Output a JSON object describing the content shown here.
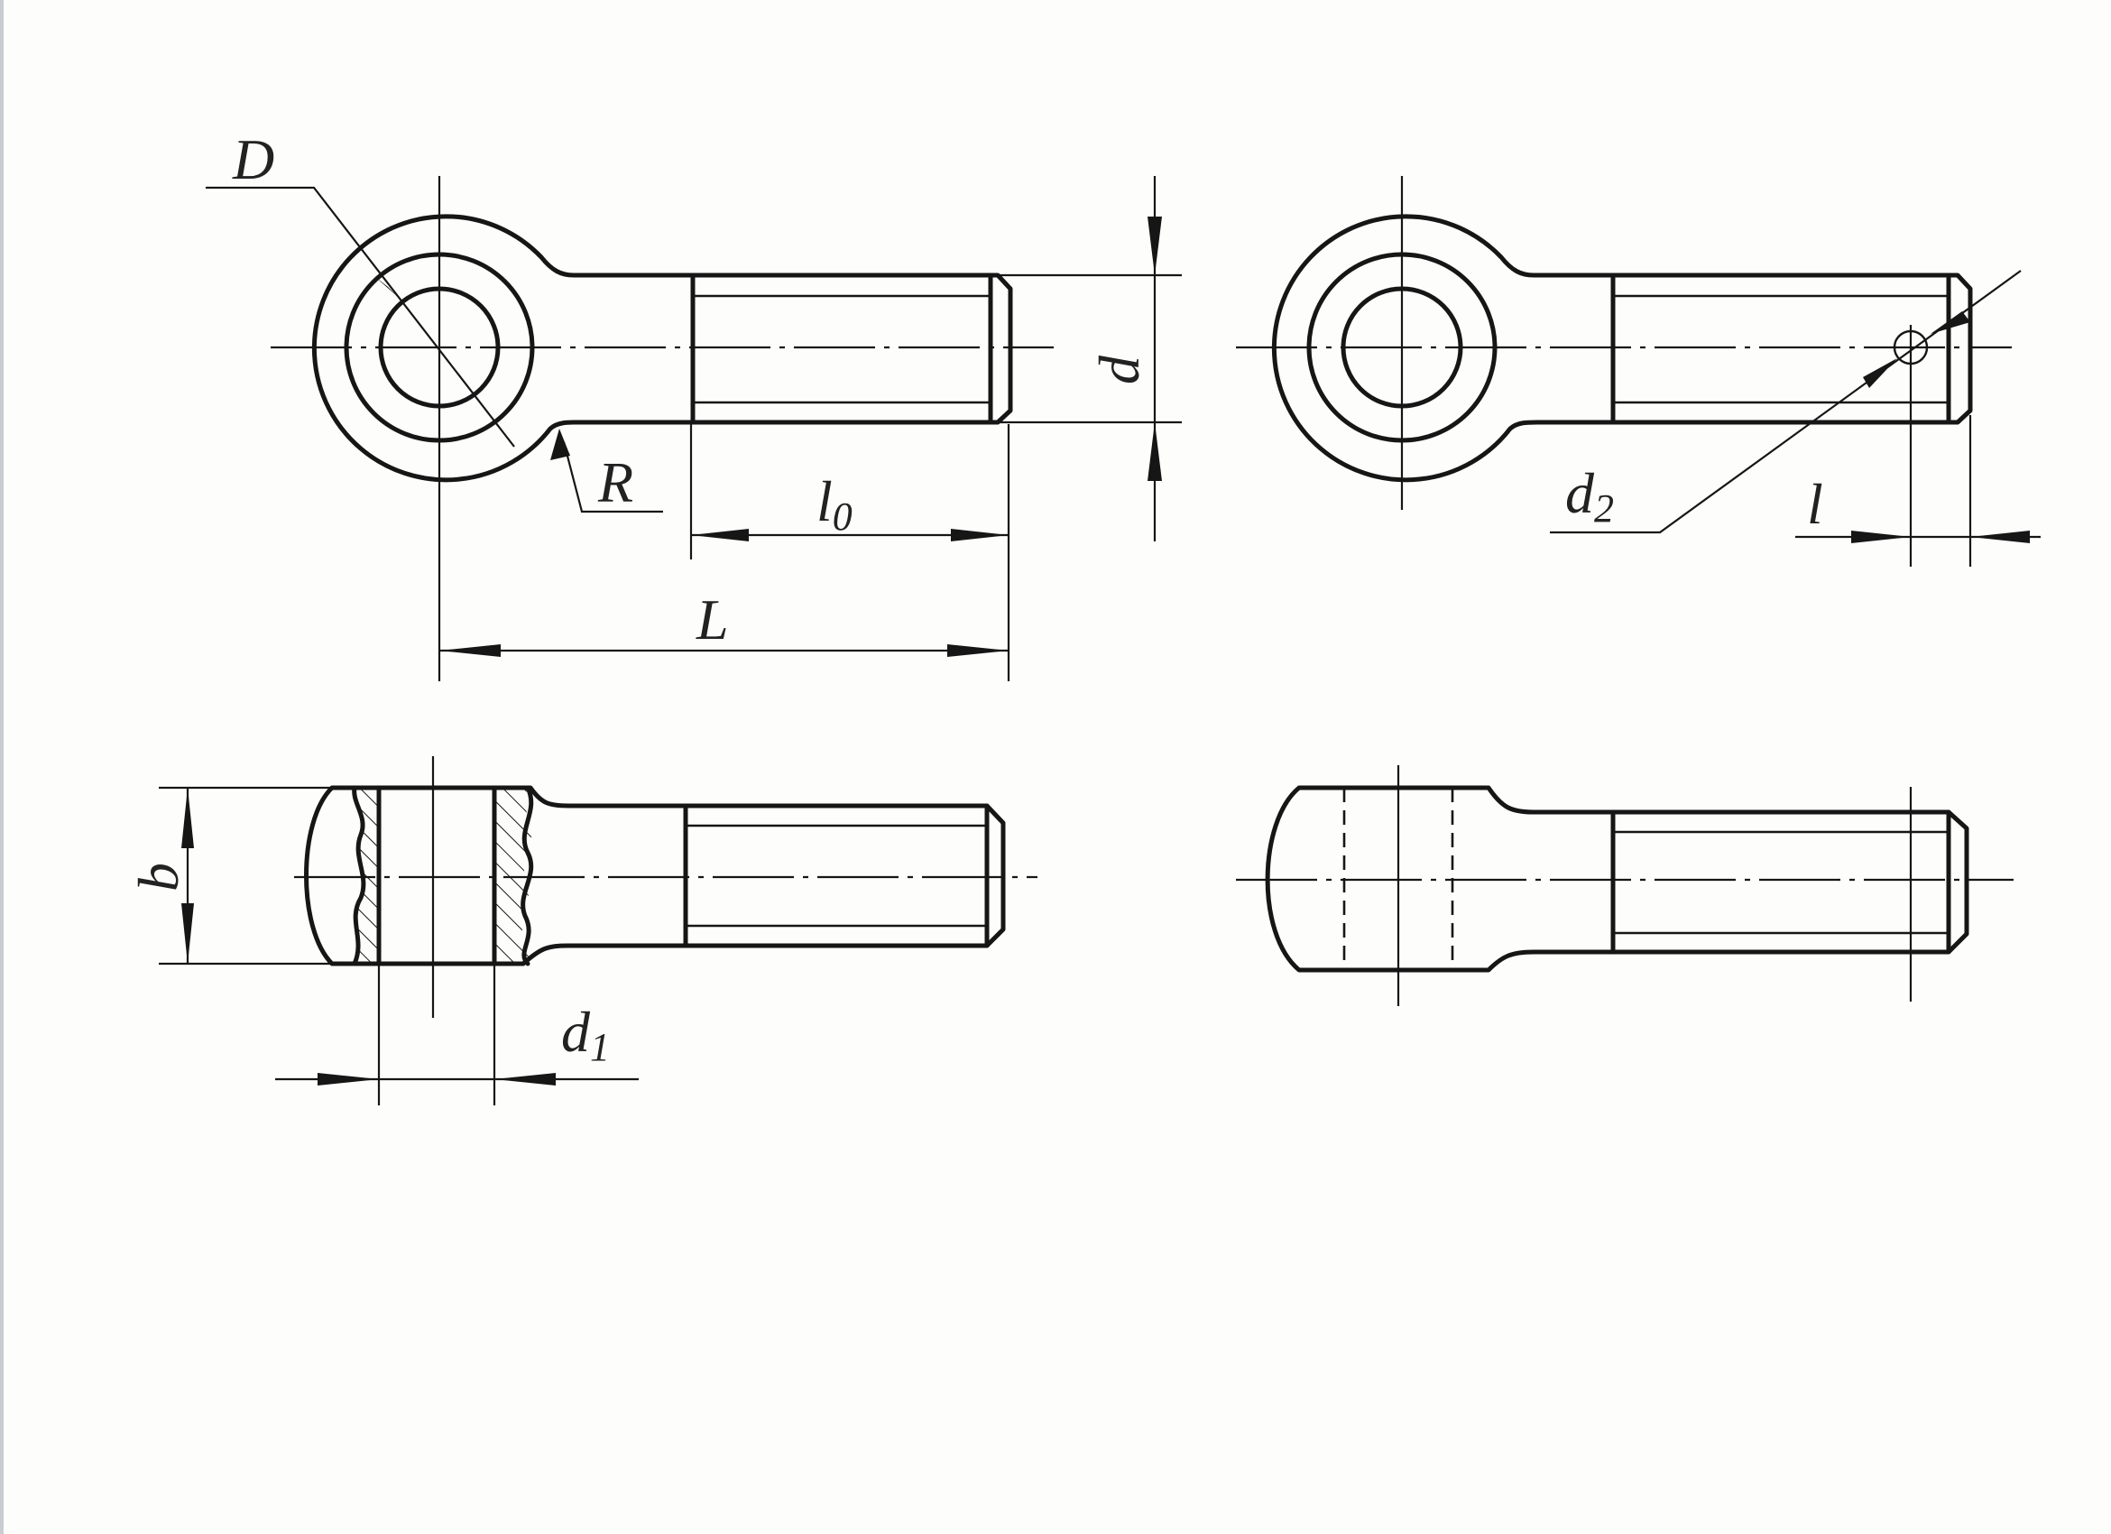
{
  "labels": {
    "D": "D",
    "R": "R",
    "d": "d",
    "l0": {
      "main": "l",
      "sub": "0"
    },
    "L": "L",
    "d2": {
      "main": "d",
      "sub": "2"
    },
    "l": "l",
    "b": "b",
    "d1": {
      "main": "d",
      "sub": "1"
    }
  },
  "colors": {
    "ink": "#161616",
    "paper": "#fdfdfc"
  }
}
